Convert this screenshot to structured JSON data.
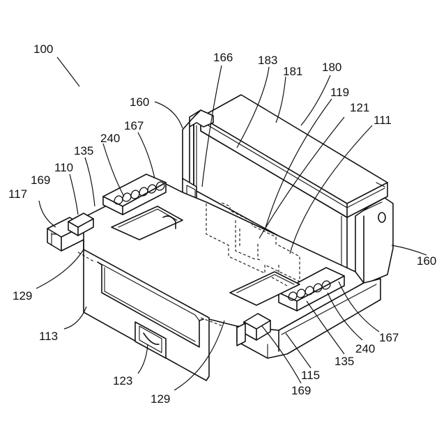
{
  "labels": {
    "l100": "100",
    "l166": "166",
    "l183": "183",
    "l181": "181",
    "l180": "180",
    "l160a": "160",
    "l119": "119",
    "l121": "121",
    "l111": "111",
    "l167a": "167",
    "l240a": "240",
    "l135a": "135",
    "l110": "110",
    "l169a": "169",
    "l117": "117",
    "l129a": "129",
    "l113": "113",
    "l123": "123",
    "l129b": "129",
    "l169b": "169",
    "l115": "115",
    "l135b": "135",
    "l240b": "240",
    "l167b": "167",
    "l160b": "160"
  }
}
